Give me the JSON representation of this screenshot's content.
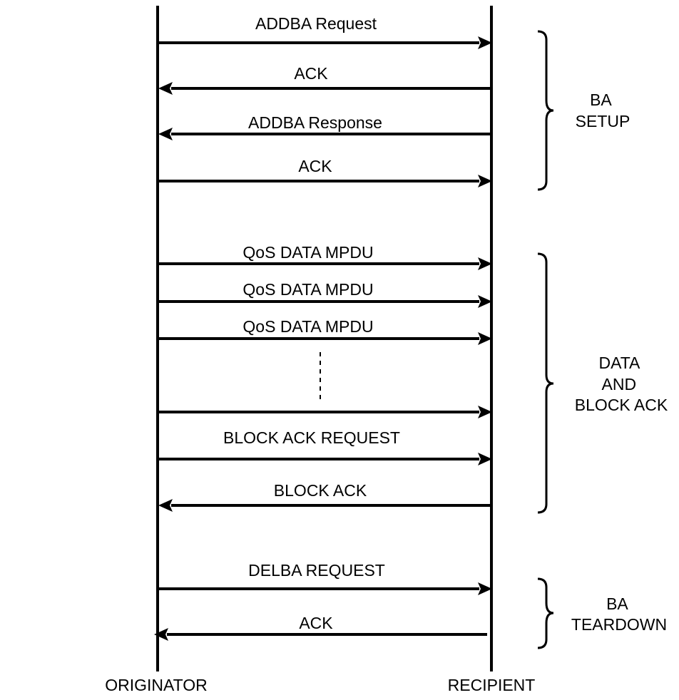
{
  "lifelines": {
    "originator": "ORIGINATOR",
    "recipient": "RECIPIENT"
  },
  "messages": [
    {
      "id": "addba-request",
      "label": "ADDBA Request",
      "direction": "to-recipient"
    },
    {
      "id": "ack-1",
      "label": "ACK",
      "direction": "to-originator"
    },
    {
      "id": "addba-response",
      "label": "ADDBA Response",
      "direction": "to-originator"
    },
    {
      "id": "ack-2",
      "label": "ACK",
      "direction": "to-recipient"
    },
    {
      "id": "qos-data-1",
      "label": "QoS DATA MPDU",
      "direction": "to-recipient"
    },
    {
      "id": "qos-data-2",
      "label": "QoS DATA MPDU",
      "direction": "to-recipient"
    },
    {
      "id": "qos-data-3",
      "label": "QoS DATA MPDU",
      "direction": "to-recipient"
    },
    {
      "id": "data-more",
      "label": "",
      "direction": "to-recipient"
    },
    {
      "id": "block-ack-request",
      "label": "BLOCK ACK REQUEST",
      "direction": "to-recipient"
    },
    {
      "id": "block-ack",
      "label": "BLOCK ACK",
      "direction": "to-originator"
    },
    {
      "id": "delba-request",
      "label": "DELBA REQUEST",
      "direction": "to-recipient"
    },
    {
      "id": "ack-3",
      "label": "ACK",
      "direction": "to-originator"
    }
  ],
  "phases": [
    {
      "id": "ba-setup",
      "lines": [
        "BA",
        "SETUP"
      ]
    },
    {
      "id": "data-and-block-ack",
      "lines": [
        "DATA",
        "AND",
        "BLOCK ACK"
      ]
    },
    {
      "id": "ba-teardown",
      "lines": [
        "BA",
        "TEARDOWN"
      ]
    }
  ],
  "colors": {
    "line": "#000000",
    "background": "#ffffff"
  }
}
